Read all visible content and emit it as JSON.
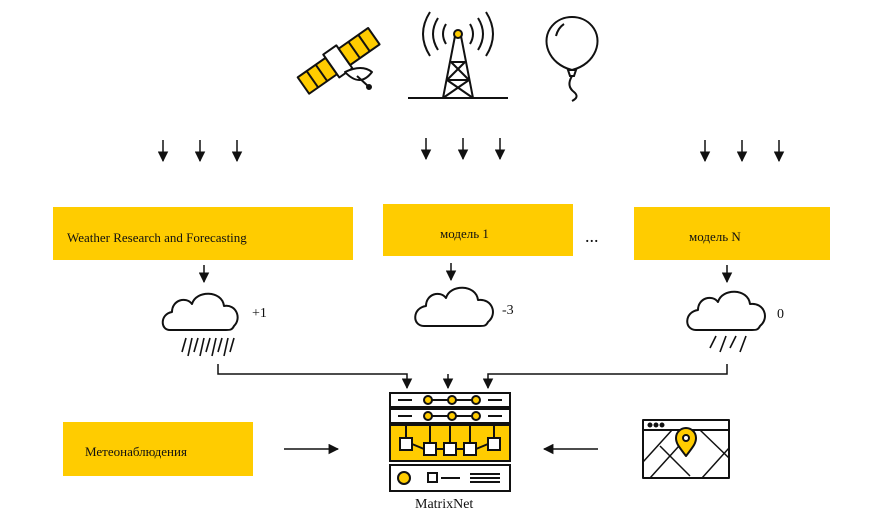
{
  "sources": {
    "icons": [
      "satellite-icon",
      "radio-tower-icon",
      "weather-balloon-icon"
    ]
  },
  "models": [
    {
      "label": "Weather Research and Forecasting",
      "forecast_icon": "rain-cloud-icon",
      "delta": "+1"
    },
    {
      "label": "модель 1",
      "forecast_icon": "cloud-icon",
      "delta": "-3"
    },
    {
      "label": "модель N",
      "forecast_icon": "light-rain-cloud-icon",
      "delta": "0"
    }
  ],
  "ellipsis": "...",
  "observations": {
    "label": "Метеонаблюдения"
  },
  "map": {
    "icon": "map-pin-icon"
  },
  "matrixnet": {
    "label": "MatrixNet",
    "icon": "server-rack-icon"
  },
  "colors": {
    "accent": "#FFCC00",
    "line": "#111111"
  }
}
